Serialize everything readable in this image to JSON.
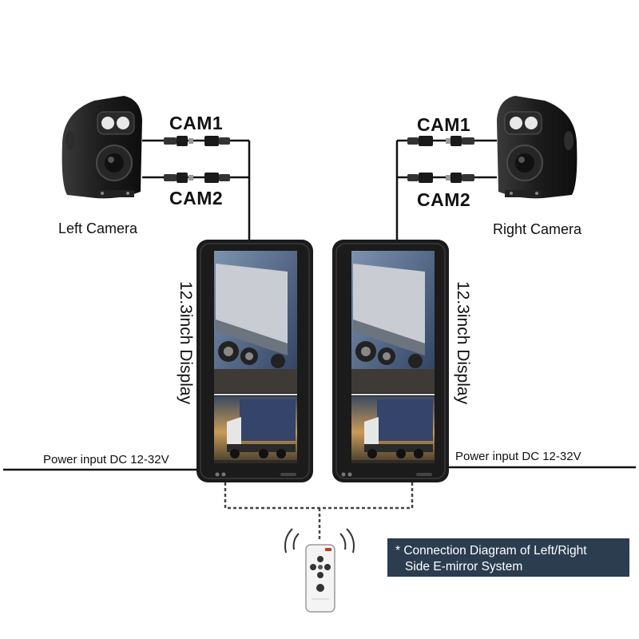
{
  "cameras": {
    "left": {
      "label": "Left Camera",
      "cam1": "CAM1",
      "cam2": "CAM2"
    },
    "right": {
      "label": "Right Camera",
      "cam1": "CAM1",
      "cam2": "CAM2"
    }
  },
  "displays": {
    "left": {
      "label": "12.3inch Display"
    },
    "right": {
      "label": "12.3inch Display"
    }
  },
  "power": {
    "left": "Power input DC 12-32V",
    "right": "Power input DC 12-32V"
  },
  "note": {
    "line1": "* Connection Diagram of Left/Right",
    "line2": "Side E-mirror System"
  },
  "icons": [
    "camera-icon",
    "connector-icon",
    "display-icon",
    "remote-control-icon",
    "wireless-signal-icon"
  ],
  "colors": {
    "wire": "#111111",
    "note_bg": "#2b3d4f",
    "dashed_link": "#444444"
  }
}
